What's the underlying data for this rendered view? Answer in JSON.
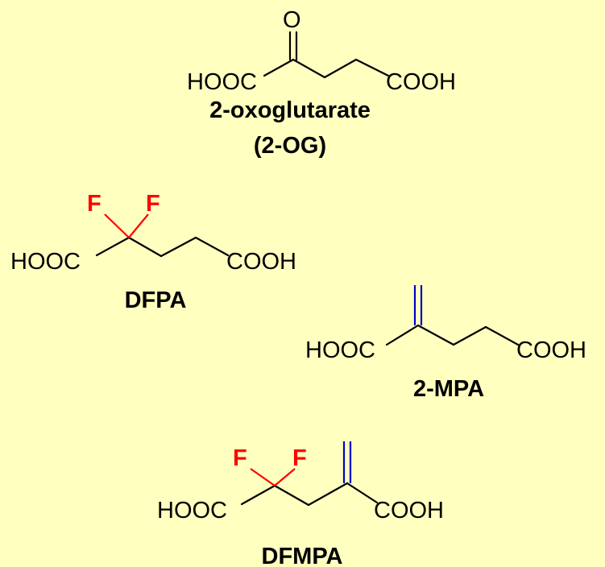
{
  "colors": {
    "background": "#ffffc0",
    "fluorine": "#ff0000",
    "methylene": "#0000cc",
    "bond": "#000000"
  },
  "molecules": {
    "og": {
      "oxygen": "O",
      "left_group": "HOOC",
      "right_group": "COOH",
      "name": "2-oxoglutarate",
      "abbrev": "(2-OG)"
    },
    "dfpa": {
      "fluorine_1": "F",
      "fluorine_2": "F",
      "left_group": "HOOC",
      "right_group": "COOH",
      "name": "DFPA"
    },
    "mpa": {
      "left_group": "HOOC",
      "right_group": "COOH",
      "name": "2-MPA"
    },
    "dfmpa": {
      "fluorine_1": "F",
      "fluorine_2": "F",
      "left_group": "HOOC",
      "right_group": "COOH",
      "name": "DFMPA"
    }
  }
}
